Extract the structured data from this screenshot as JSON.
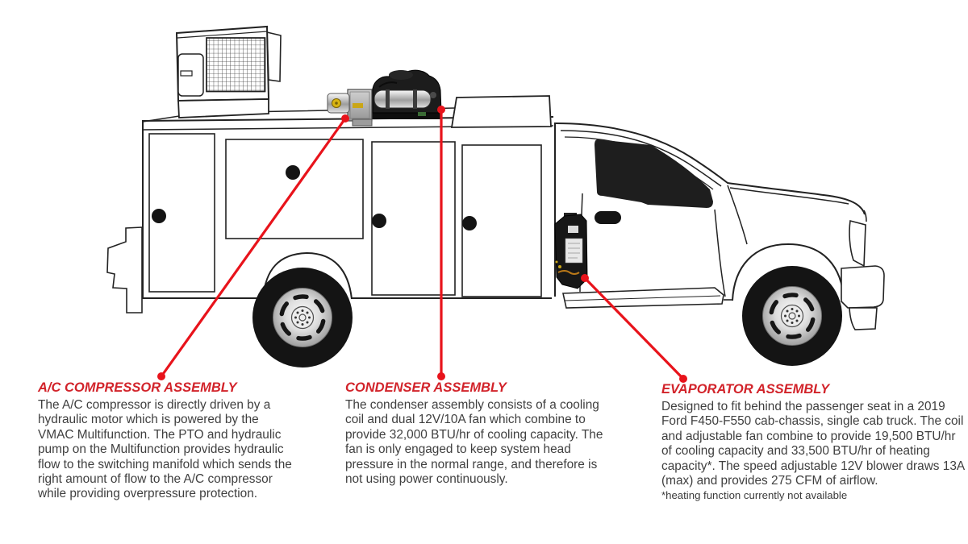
{
  "colors": {
    "background": "#ffffff",
    "line_art": "#1f1f1f",
    "leader_line_red": "#e8131b",
    "heading_red": "#d2232a",
    "body_text": "#3f3f3f"
  },
  "callouts": [
    {
      "id": "ac-compressor",
      "title": "A/C COMPRESSOR ASSEMBLY",
      "body": "The A/C compressor is directly driven by a hydraulic motor which is powered by the VMAC Multifunction. The PTO and hydraulic pump on the Multifunction provides hydraulic flow to the switching manifold which sends the right amount of flow to the A/C compressor while providing overpressure protection."
    },
    {
      "id": "condenser",
      "title": "CONDENSER ASSEMBLY",
      "body": "The condenser assembly consists of a cooling coil and dual 12V/10A fan which combine to provide 32,000 BTU/hr of cooling capacity. The fan is only engaged to keep system head pressure in the normal range, and therefore is not using power continuously."
    },
    {
      "id": "evaporator",
      "title": "EVAPORATOR ASSEMBLY",
      "body": "Designed to fit behind the passenger seat in a 2019 Ford F450-F550 cab-chassis, single cab truck. The coil and adjustable fan combine to provide 19,500 BTU/hr of cooling capacity and 33,500 BTU/hr of heating capacity*. The speed adjustable 12V blower draws 13A (max) and provides 275 CFM of airflow.",
      "footnote": "*heating function currently not available"
    }
  ]
}
